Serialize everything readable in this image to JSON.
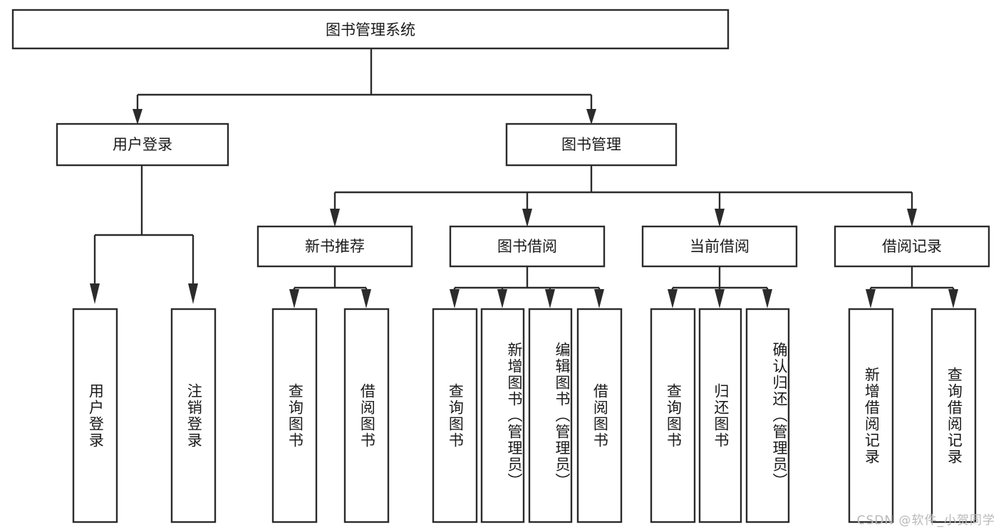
{
  "diagram": {
    "type": "tree-hierarchy",
    "title": "图书管理系统",
    "root": {
      "label": "图书管理系统",
      "children": [
        {
          "label": "用户登录",
          "children": [
            {
              "label": "用户登录"
            },
            {
              "label": "注销登录"
            }
          ]
        },
        {
          "label": "图书管理",
          "children": [
            {
              "label": "新书推荐",
              "children": [
                {
                  "label": "查询图书"
                },
                {
                  "label": "借阅图书"
                }
              ]
            },
            {
              "label": "图书借阅",
              "children": [
                {
                  "label": "查询图书"
                },
                {
                  "label": "新增图书（管理员）"
                },
                {
                  "label": "编辑图书（管理员）"
                },
                {
                  "label": "借阅图书"
                }
              ]
            },
            {
              "label": "当前借阅",
              "children": [
                {
                  "label": "查询图书"
                },
                {
                  "label": "归还图书"
                },
                {
                  "label": "确认归还（管理员）"
                }
              ]
            },
            {
              "label": "借阅记录",
              "children": [
                {
                  "label": "新增借阅记录"
                },
                {
                  "label": "查询借阅记录"
                }
              ]
            }
          ]
        }
      ]
    }
  },
  "nodes": {
    "root": {
      "label": "图书管理系统"
    },
    "level1": [
      {
        "label": "用户登录"
      },
      {
        "label": "图书管理"
      }
    ],
    "level2": [
      {
        "label": "新书推荐"
      },
      {
        "label": "图书借阅"
      },
      {
        "label": "当前借阅"
      },
      {
        "label": "借阅记录"
      }
    ],
    "leaves": [
      {
        "label": "用户登录"
      },
      {
        "label": "注销登录"
      },
      {
        "label": "查询图书"
      },
      {
        "label": "借阅图书"
      },
      {
        "label": "查询图书"
      },
      {
        "label": "新增图书（管理员）"
      },
      {
        "label": "编辑图书（管理员）"
      },
      {
        "label": "借阅图书"
      },
      {
        "label": "查询图书"
      },
      {
        "label": "归还图书"
      },
      {
        "label": "确认归还（管理员）"
      },
      {
        "label": "新增借阅记录"
      },
      {
        "label": "查询借阅记录"
      }
    ]
  },
  "watermark": {
    "text": "CSDN @软件_小贺同学"
  },
  "colors": {
    "stroke": "#2b2b2b",
    "fill": "#ffffff",
    "text": "#1a1a1a",
    "watermark": "#b9b9b9"
  }
}
